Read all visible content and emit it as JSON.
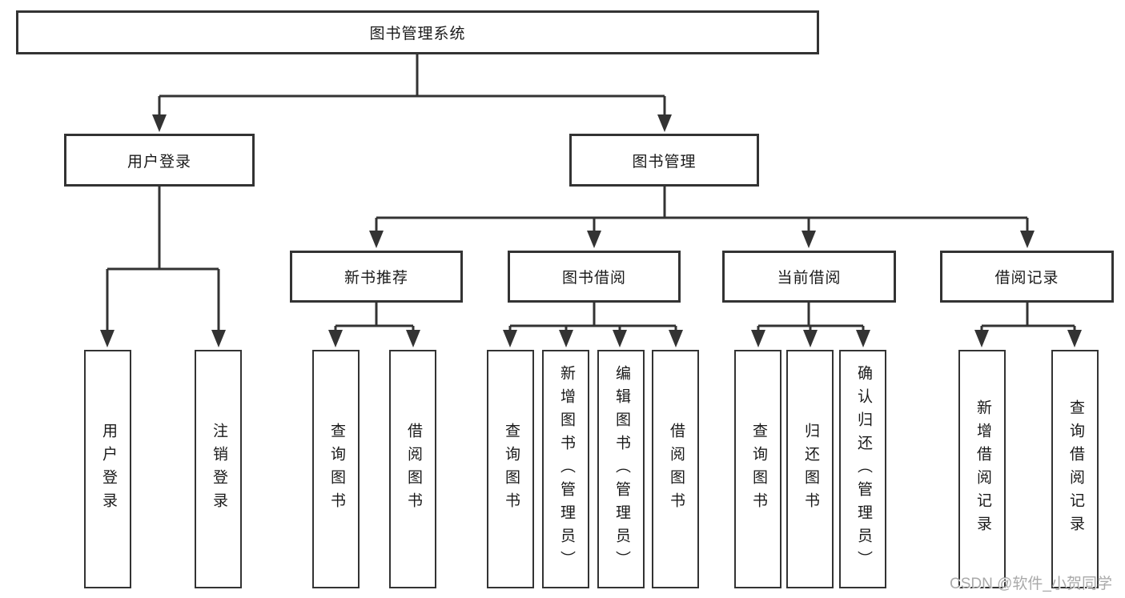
{
  "diagram": {
    "root": {
      "label": "图书管理系统"
    },
    "branches": [
      {
        "label": "用户登录",
        "children": [
          "用户登录",
          "注销登录"
        ]
      },
      {
        "label": "图书管理",
        "children": [
          {
            "label": "新书推荐",
            "children": [
              "查询图书",
              "借阅图书"
            ]
          },
          {
            "label": "图书借阅",
            "children": [
              "查询图书",
              "新增图书（管理员）",
              "编辑图书（管理员）",
              "借阅图书"
            ]
          },
          {
            "label": "当前借阅",
            "children": [
              "查询图书",
              "归还图书",
              "确认归还（管理员）"
            ]
          },
          {
            "label": "借阅记录",
            "children": [
              "新增借阅记录",
              "查询借阅记录"
            ]
          }
        ]
      }
    ]
  },
  "watermark": {
    "text": "CSDN @软件_小贺同学"
  },
  "colors": {
    "box_border": "#333333",
    "connector_line": "#333333",
    "text": "#1a1a1a",
    "watermark": "#9a9a9a",
    "background": "#ffffff"
  }
}
